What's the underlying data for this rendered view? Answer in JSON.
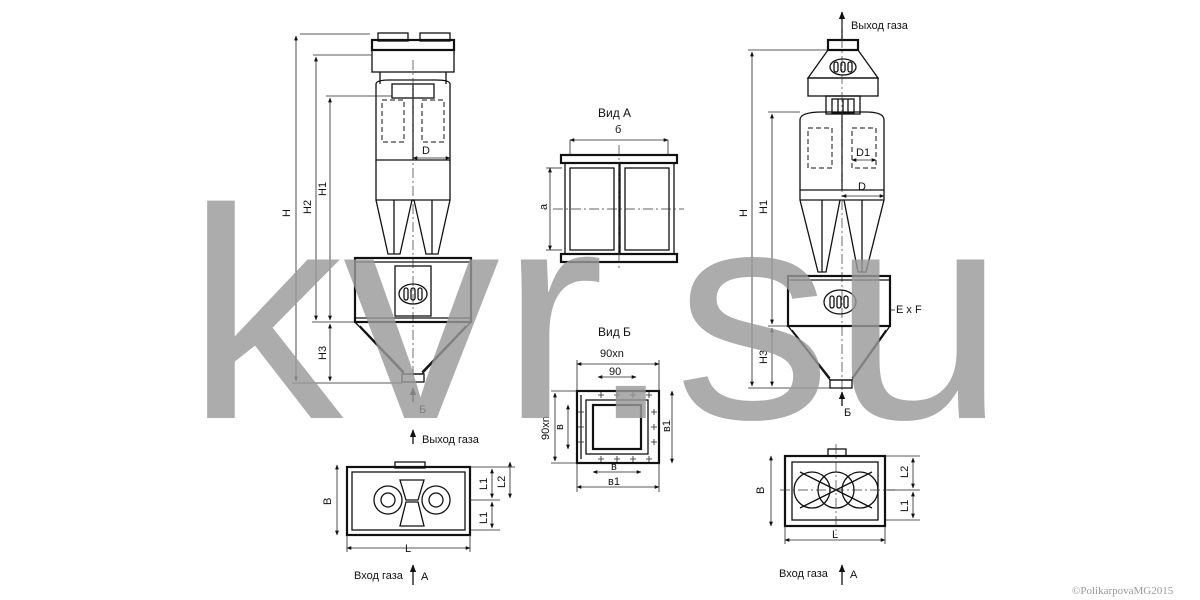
{
  "watermark": "kvr.su",
  "copyright": "©PolikarpovaMG2015",
  "left_view": {
    "dims": {
      "H": "H",
      "H2": "H2",
      "H1": "H1",
      "H3": "H3",
      "D": "D"
    },
    "arrow_b": "Б",
    "gas_out": "Выход газа",
    "plan": {
      "B": "B",
      "L": "L",
      "L1_top": "L1",
      "L2": "L2",
      "L1_bottom": "L1"
    },
    "gas_in": "Вход газа",
    "arrow_a": "А"
  },
  "view_a": {
    "title": "Вид А",
    "width": "б",
    "height": "а"
  },
  "view_b": {
    "title": "Вид Б",
    "top_outer": "90xn",
    "top_inner": "90",
    "left_outer": "90xn",
    "left_inner": "в",
    "right": "в1",
    "bottom_inner": "в",
    "bottom_outer": "в1"
  },
  "right_view": {
    "gas_out": "Выход газа",
    "dims": {
      "H": "H",
      "H1": "H1",
      "H3": "H3",
      "D1": "D1",
      "D": "D",
      "ExF": "E x F"
    },
    "arrow_b": "Б",
    "plan": {
      "B": "B",
      "L": "L",
      "L2": "L2",
      "L1": "L1"
    },
    "gas_in": "Вход газа",
    "arrow_a": "А"
  }
}
